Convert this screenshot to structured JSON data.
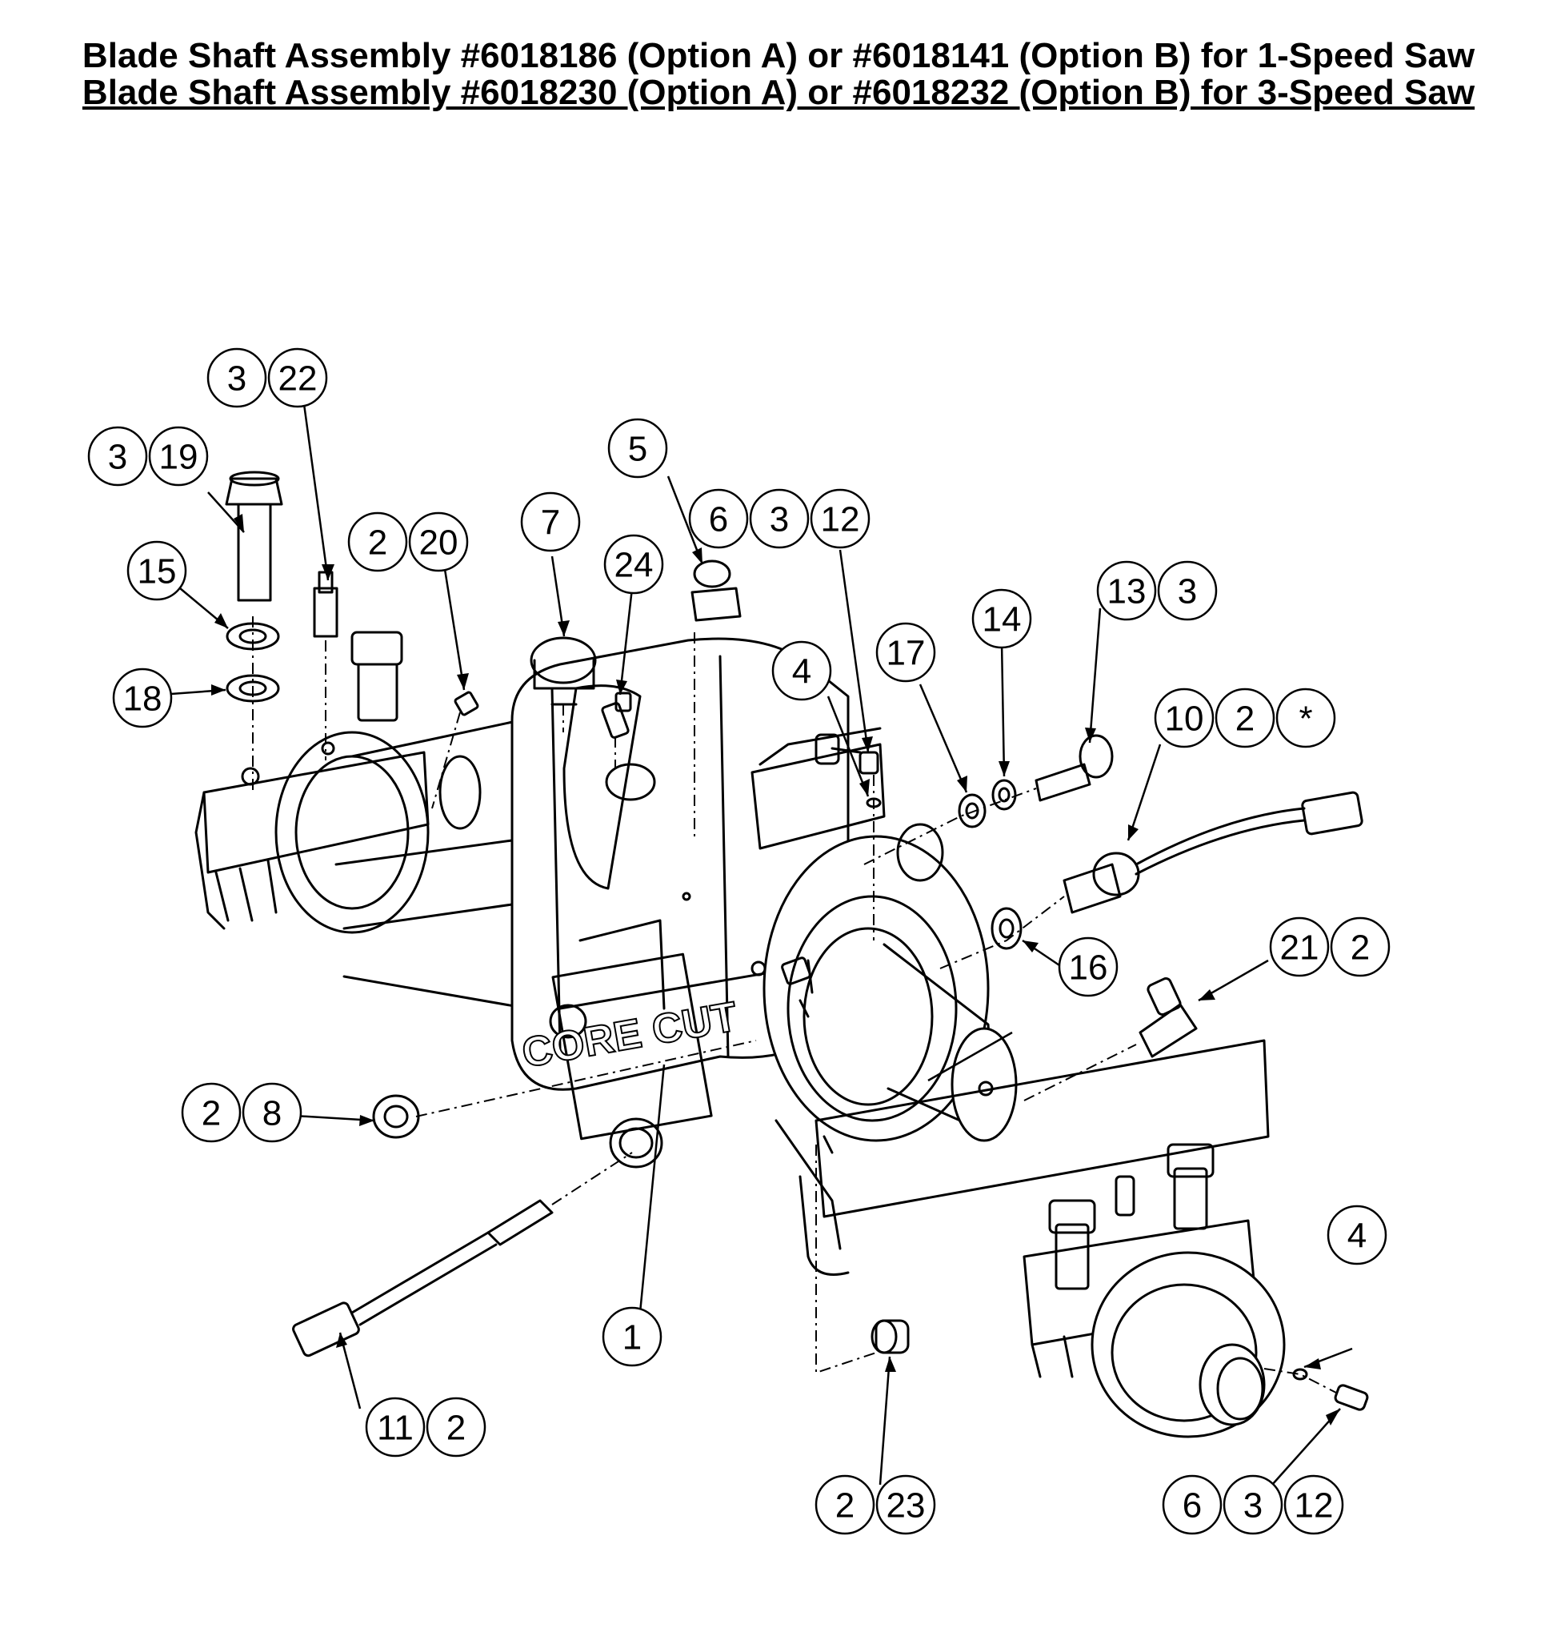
{
  "title_line_1": "Blade Shaft Assembly #6018186 (Option A) or #6018141 (Option B) for 1-Speed Saw",
  "title_line_2": "Blade Shaft Assembly #6018230 (Option A) or #6018232 (Option B) for 3-Speed Saw",
  "logo_text": "CORE CUT",
  "callouts": [
    {
      "id": "c-3-22",
      "labels": [
        "3",
        "22"
      ]
    },
    {
      "id": "c-3-19",
      "labels": [
        "3",
        "19"
      ]
    },
    {
      "id": "c-15",
      "labels": [
        "15"
      ]
    },
    {
      "id": "c-18",
      "labels": [
        "18"
      ]
    },
    {
      "id": "c-2-20",
      "labels": [
        "2",
        "20"
      ]
    },
    {
      "id": "c-7",
      "labels": [
        "7"
      ]
    },
    {
      "id": "c-24",
      "labels": [
        "24"
      ]
    },
    {
      "id": "c-5",
      "labels": [
        "5"
      ]
    },
    {
      "id": "c-6-3-12-top",
      "labels": [
        "6",
        "3",
        "12"
      ]
    },
    {
      "id": "c-4-top",
      "labels": [
        "4"
      ]
    },
    {
      "id": "c-17",
      "labels": [
        "17"
      ]
    },
    {
      "id": "c-14",
      "labels": [
        "14"
      ]
    },
    {
      "id": "c-13-3",
      "labels": [
        "13",
        "3"
      ]
    },
    {
      "id": "c-10-2-star",
      "labels": [
        "10",
        "2",
        "*"
      ]
    },
    {
      "id": "c-16",
      "labels": [
        "16"
      ]
    },
    {
      "id": "c-21-2",
      "labels": [
        "21",
        "2"
      ]
    },
    {
      "id": "c-2-8",
      "labels": [
        "2",
        "8"
      ]
    },
    {
      "id": "c-1",
      "labels": [
        "1"
      ]
    },
    {
      "id": "c-11-2",
      "labels": [
        "11",
        "2"
      ]
    },
    {
      "id": "c-2-23",
      "labels": [
        "2",
        "23"
      ]
    },
    {
      "id": "c-4-bottom",
      "labels": [
        "4"
      ]
    },
    {
      "id": "c-6-3-12-bottom",
      "labels": [
        "6",
        "3",
        "12"
      ]
    }
  ]
}
